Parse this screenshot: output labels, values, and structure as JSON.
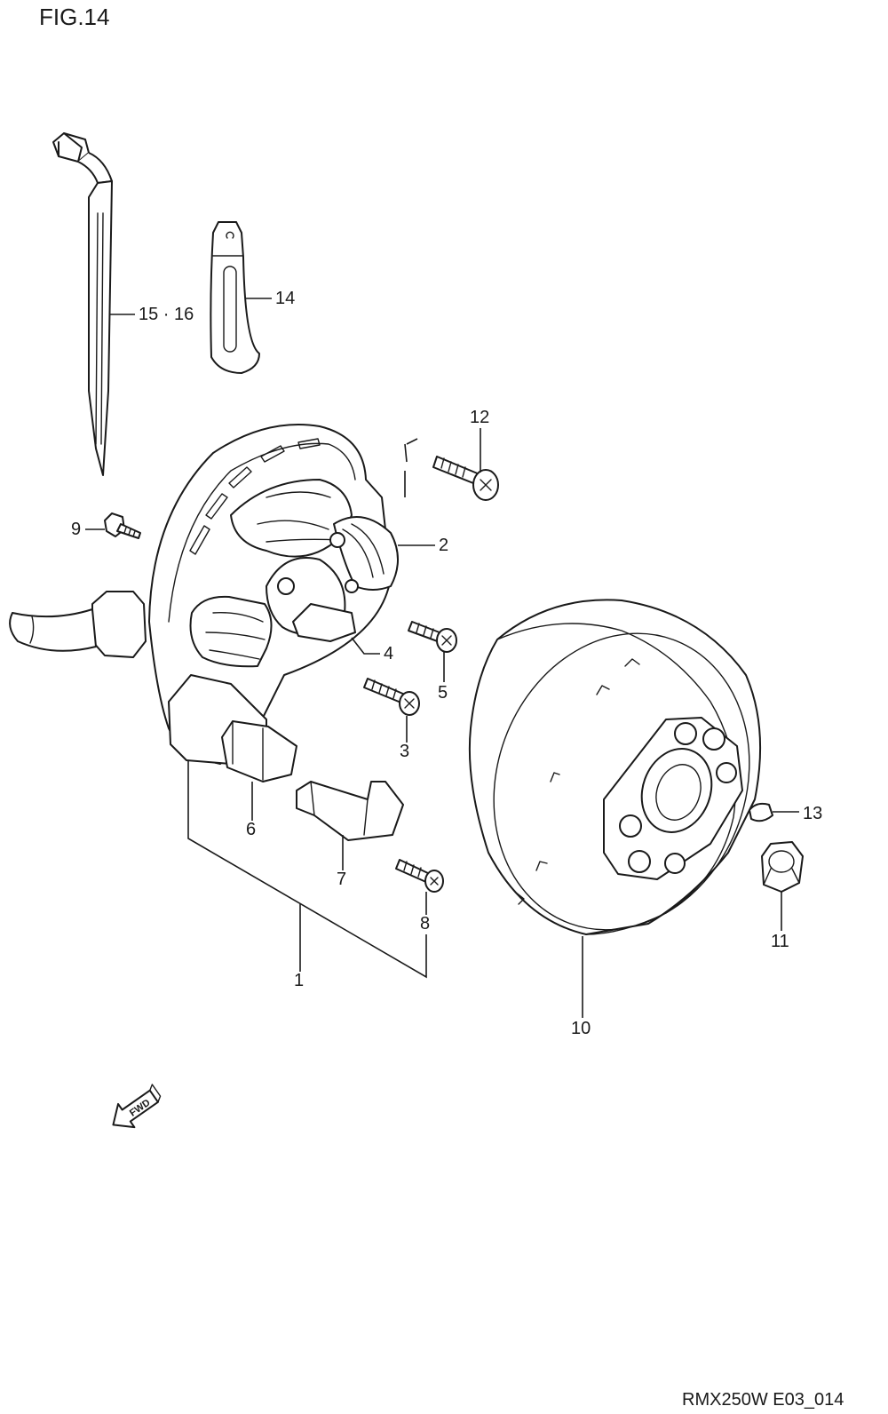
{
  "figure": {
    "title": "FIG.14",
    "code": "RMX250W E03_014",
    "fwd_label": "FWD"
  },
  "callouts": {
    "c1": "1",
    "c2": "2",
    "c3": "3",
    "c4": "4",
    "c5": "5",
    "c6": "6",
    "c7": "7",
    "c8": "8",
    "c9": "9",
    "c10": "10",
    "c11": "11",
    "c12": "12",
    "c13": "13",
    "c14": "14",
    "c15_16": "15 · 16"
  }
}
